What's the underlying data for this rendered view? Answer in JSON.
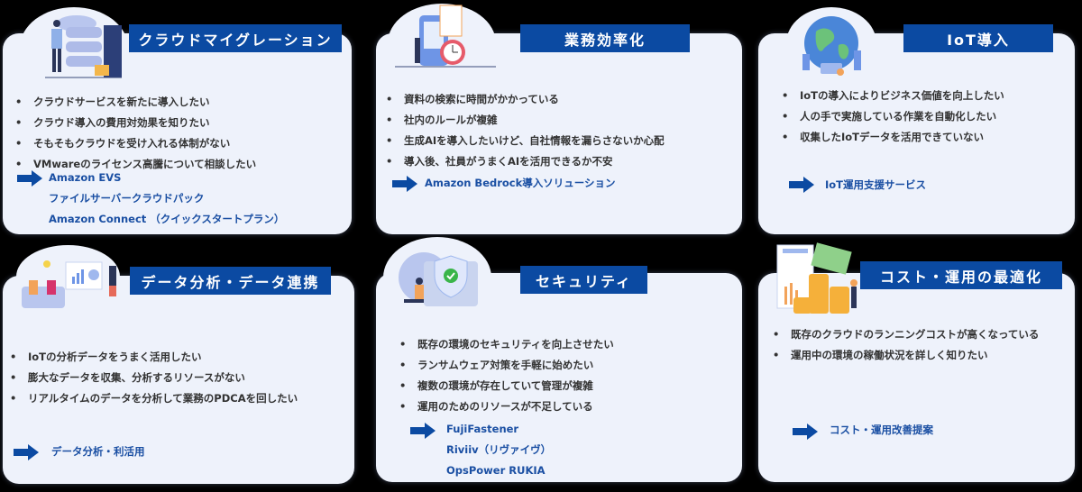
{
  "colors": {
    "title_bg": "#0b4aa2",
    "card_bg": "#eef2fb",
    "link": "#1a4fa3",
    "text": "#333333",
    "background": "#000000"
  },
  "cards": [
    {
      "title": "クラウドマイグレーション",
      "illustration": "cloud-server-illustration",
      "issues": [
        "クラウドサービスを新たに導入したい",
        "クラウド導入の費用対効果を知りたい",
        "そもそもクラウドを受け入れる体制がない",
        "VMwareのライセンス高騰について相談したい"
      ],
      "solutions": [
        "Amazon EVS",
        "ファイルサーバークラウドパック",
        "Amazon Connect （クイックスタートプラン）"
      ]
    },
    {
      "title": "業務効率化",
      "illustration": "calendar-clock-illustration",
      "issues": [
        "資料の検索に時間がかかっている",
        "社内のルールが複雑",
        "生成AIを導入したいけど、自社情報を漏らさないか心配",
        "導入後、社員がうまくAIを活用できるか不安"
      ],
      "solutions": [
        "Amazon Bedrock導入ソリューション"
      ]
    },
    {
      "title": "IoT導入",
      "illustration": "globe-network-illustration",
      "issues": [
        "IoTの導入によりビジネス価値を向上したい",
        "人の手で実施している作業を自動化したい",
        "収集したIoTデータを活用できていない"
      ],
      "solutions": [
        "IoT運用支援サービス"
      ]
    },
    {
      "title": "データ分析・データ連携",
      "illustration": "data-presentation-illustration",
      "issues": [
        "IoTの分析データをうまく活用したい",
        "膨大なデータを収集、分析するリソースがない",
        "リアルタイムのデータを分析して業務のPDCAを回したい"
      ],
      "solutions": [
        "データ分析・利活用"
      ]
    },
    {
      "title": "セキュリティ",
      "illustration": "security-shield-illustration",
      "issues": [
        "既存の環境のセキュリティを向上させたい",
        "ランサムウェア対策を手軽に始めたい",
        "複数の環境が存在していて管理が複雑",
        "運用のためのリソースが不足している"
      ],
      "solutions": [
        "FujiFastener",
        "Riviiv（リヴァイヴ）",
        "OpsPower RUKIA"
      ]
    },
    {
      "title": "コスト・運用の最適化",
      "illustration": "cost-coins-illustration",
      "issues": [
        "既存のクラウドのランニングコストが高くなっている",
        "運用中の環境の稼働状況を詳しく知りたい"
      ],
      "solutions": [
        "コスト・運用改善提案"
      ]
    }
  ]
}
